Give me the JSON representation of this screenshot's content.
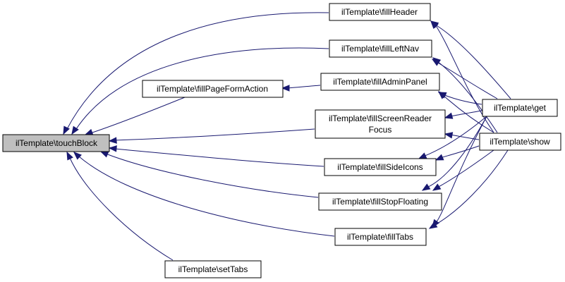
{
  "colors": {
    "edge": "#191970",
    "focus_fill": "#bfbfbf",
    "node_fill": "#ffffff",
    "node_stroke": "#000000"
  },
  "nodes": {
    "touchBlock": "ilTemplate\\touchBlock",
    "fillHeader": "ilTemplate\\fillHeader",
    "fillLeftNav": "ilTemplate\\fillLeftNav",
    "fillPageFormAction": "ilTemplate\\fillPageFormAction",
    "fillAdminPanel": "ilTemplate\\fillAdminPanel",
    "fillScreenReaderFocus_1": "ilTemplate\\fillScreenReader",
    "fillScreenReaderFocus_2": "Focus",
    "fillSideIcons": "ilTemplate\\fillSideIcons",
    "fillStopFloating": "ilTemplate\\fillStopFloating",
    "fillTabs": "ilTemplate\\fillTabs",
    "setTabs": "ilTemplate\\setTabs",
    "get": "ilTemplate\\get",
    "show": "ilTemplate\\show"
  }
}
